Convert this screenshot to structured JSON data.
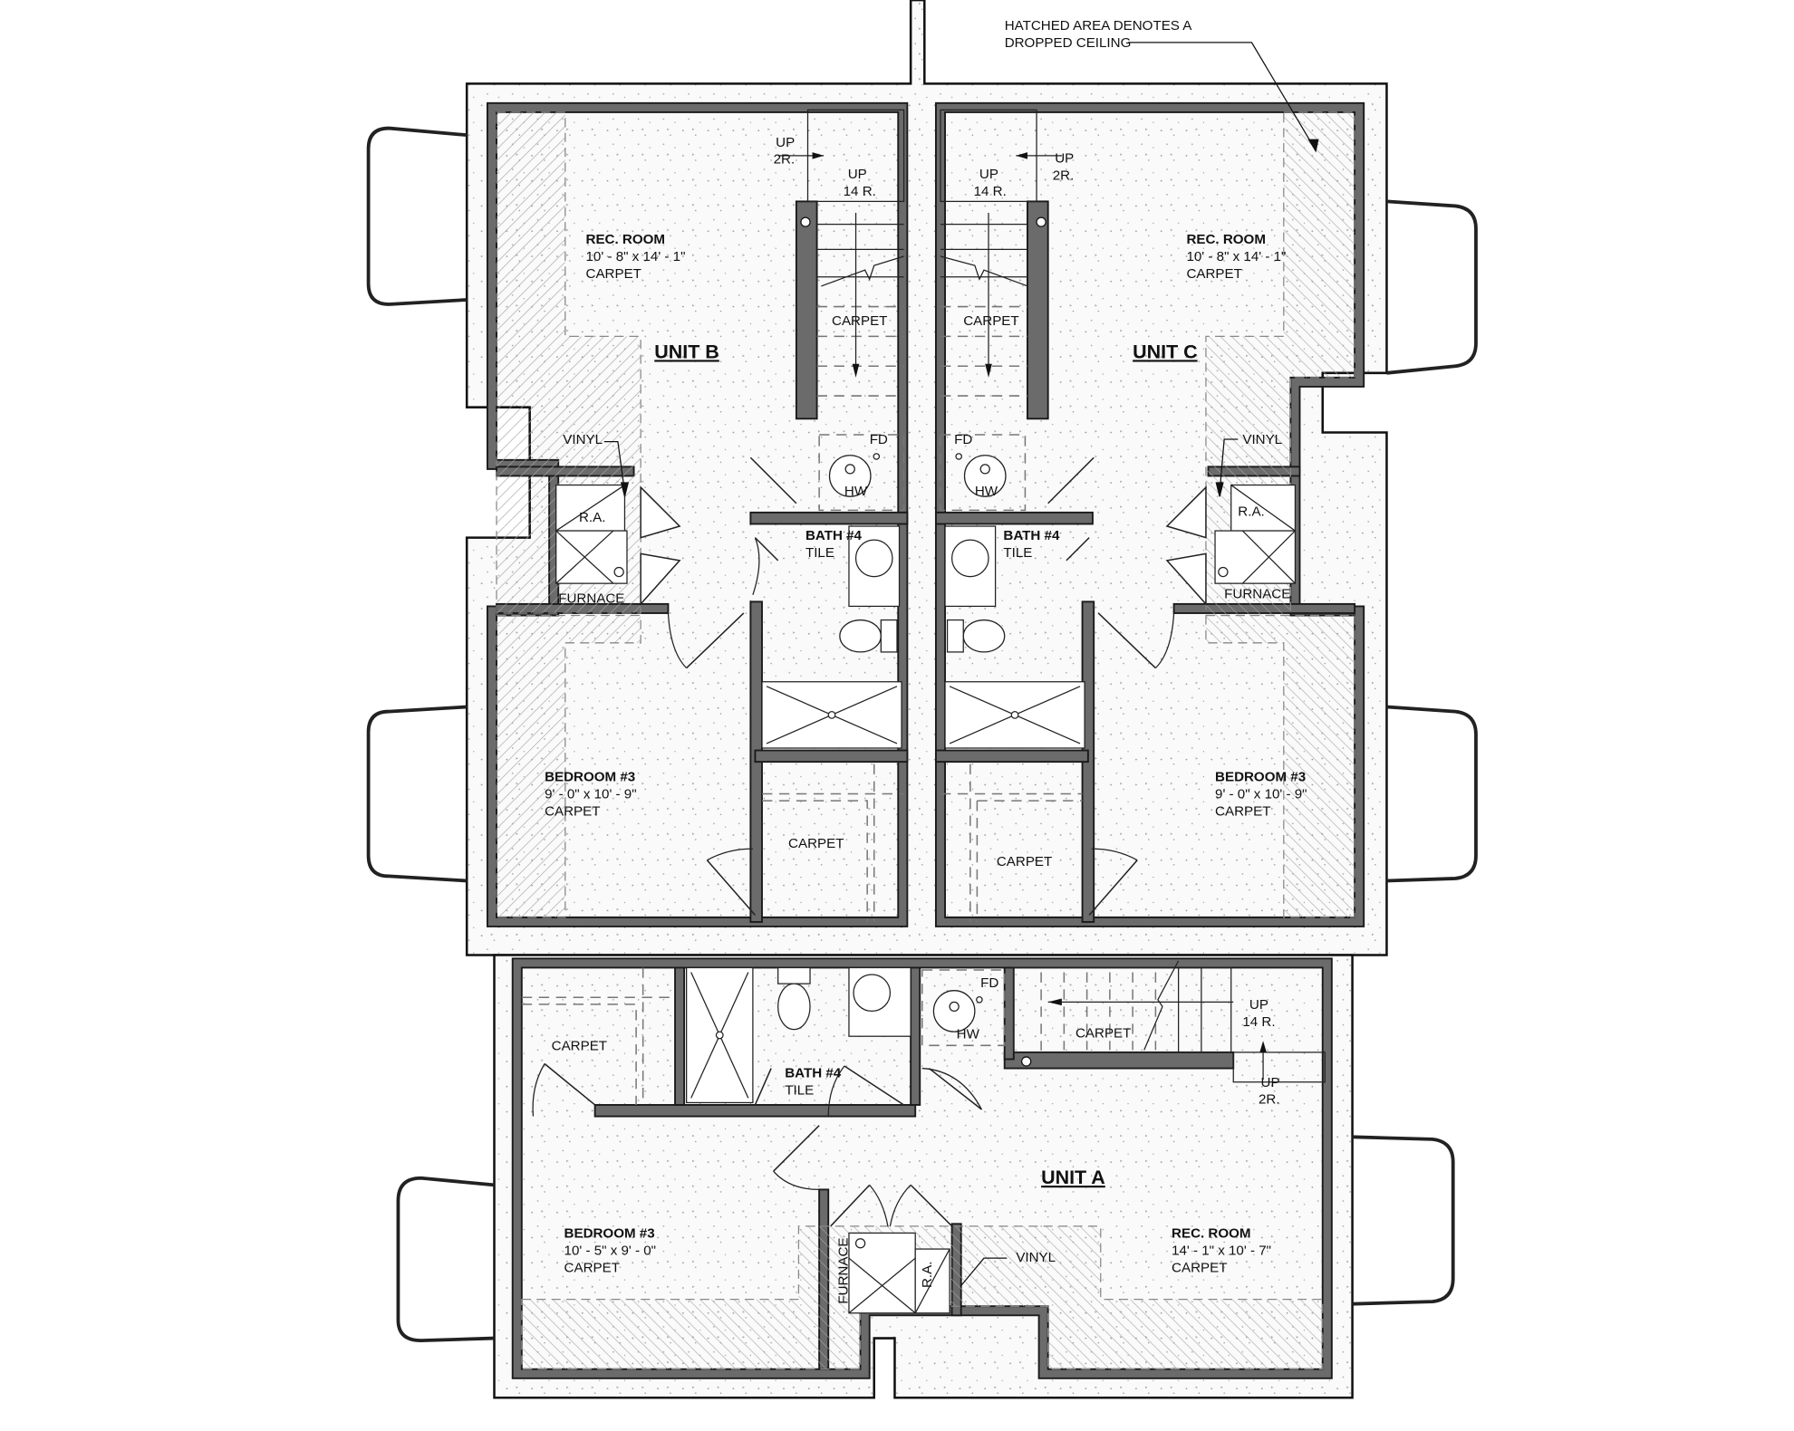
{
  "note": {
    "line1": "HATCHED AREA DENOTES A",
    "line2": "DROPPED CEILING"
  },
  "units": {
    "unit_b": {
      "title": "UNIT B",
      "rec_room": {
        "name": "REC. ROOM",
        "dims": "10' - 8\" x 14' - 1\"",
        "floor": "CARPET"
      },
      "stair": {
        "up_main": "UP",
        "up_main_risers": "14 R.",
        "up_short": "UP",
        "up_short_risers": "2R.",
        "floor": "CARPET"
      },
      "mech": {
        "vinyl": "VINYL",
        "ra": "R.A.",
        "furnace": "FURNACE",
        "fd": "FD",
        "hw": "HW"
      },
      "bath": {
        "name": "BATH #4",
        "floor": "TILE"
      },
      "closet": {
        "floor": "CARPET"
      },
      "bedroom": {
        "name": "BEDROOM #3",
        "dims": "9' - 0\" x 10' - 9\"",
        "floor": "CARPET"
      }
    },
    "unit_c": {
      "title": "UNIT C",
      "rec_room": {
        "name": "REC. ROOM",
        "dims": "10' - 8\" x 14' - 1\"",
        "floor": "CARPET"
      },
      "stair": {
        "up_main": "UP",
        "up_main_risers": "14 R.",
        "up_short": "UP",
        "up_short_risers": "2R.",
        "floor": "CARPET"
      },
      "mech": {
        "vinyl": "VINYL",
        "ra": "R.A.",
        "furnace": "FURNACE",
        "fd": "FD",
        "hw": "HW"
      },
      "bath": {
        "name": "BATH #4",
        "floor": "TILE"
      },
      "closet": {
        "floor": "CARPET"
      },
      "bedroom": {
        "name": "BEDROOM #3",
        "dims": "9' - 0\" x 10' - 9\"",
        "floor": "CARPET"
      }
    },
    "unit_a": {
      "title": "UNIT A",
      "rec_room": {
        "name": "REC. ROOM",
        "dims": "14' - 1\" x 10' - 7\"",
        "floor": "CARPET"
      },
      "stair": {
        "up_main": "UP",
        "up_main_risers": "14 R.",
        "up_short": "UP",
        "up_short_risers": "2R.",
        "floor": "CARPET"
      },
      "mech": {
        "vinyl": "VINYL",
        "ra": "R.A.",
        "furnace": "FURNACE",
        "fd": "FD",
        "hw": "HW"
      },
      "bath": {
        "name": "BATH #4",
        "floor": "TILE"
      },
      "closet": {
        "floor": "CARPET"
      },
      "bedroom": {
        "name": "BEDROOM #3",
        "dims": "10' - 5\" x 9' - 0\"",
        "floor": "CARPET"
      }
    }
  },
  "colors": {
    "wall_fill": "#6b6b6b",
    "line": "#111111",
    "hatch": "#9a9a9a",
    "background": "#ffffff"
  }
}
